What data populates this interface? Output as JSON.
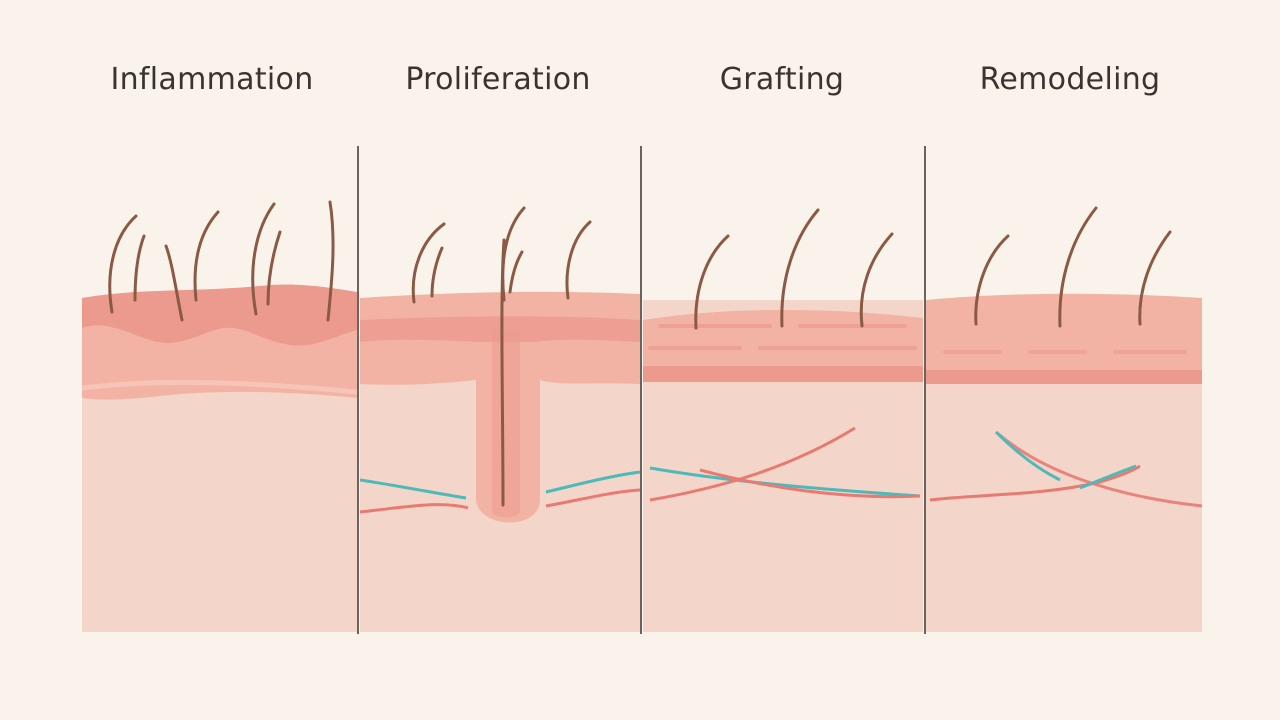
{
  "stages": [
    {
      "label": "Inflammation"
    },
    {
      "label": "Proliferation"
    },
    {
      "label": "Grafting"
    },
    {
      "label": "Remodeling"
    }
  ],
  "colors": {
    "background": "#faf3ec",
    "dermis": "#f3d5c9",
    "epidermis": "#f2b3a4",
    "inflamed_band": "#ec9a8e",
    "hair": "#8a5a44",
    "divider": "#6b6360",
    "vessel_red": "#e87a72",
    "vessel_teal": "#4fb9b9"
  }
}
